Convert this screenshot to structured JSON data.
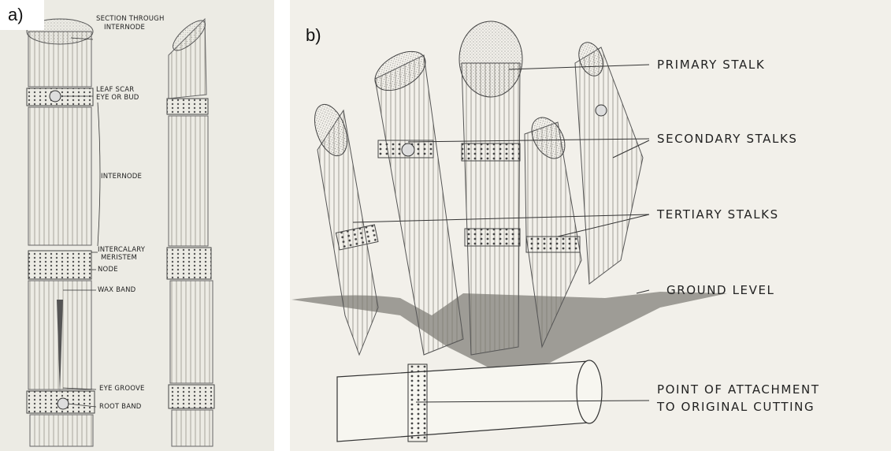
{
  "panel_a": {
    "tag": "a)",
    "labels": {
      "section": "SECTION THROUGH",
      "section2": "INTERNODE",
      "leaf_scar": "LEAF SCAR",
      "eye_bud": "EYE OR BUD",
      "internode": "INTERNODE",
      "intercalary": "INTERCALARY",
      "intercalary2": "MERISTEM",
      "node": "NODE",
      "wax_band": "WAX BAND",
      "eye_groove": "EYE GROOVE",
      "root_band": "ROOT BAND"
    }
  },
  "panel_b": {
    "tag": "b)",
    "labels": {
      "primary": "PRIMARY STALK",
      "secondary": "SECONDARY STALKS",
      "tertiary": "TERTIARY STALKS",
      "ground": "GROUND LEVEL",
      "attach1": "POINT OF ATTACHMENT",
      "attach2": "TO ORIGINAL CUTTING"
    }
  }
}
